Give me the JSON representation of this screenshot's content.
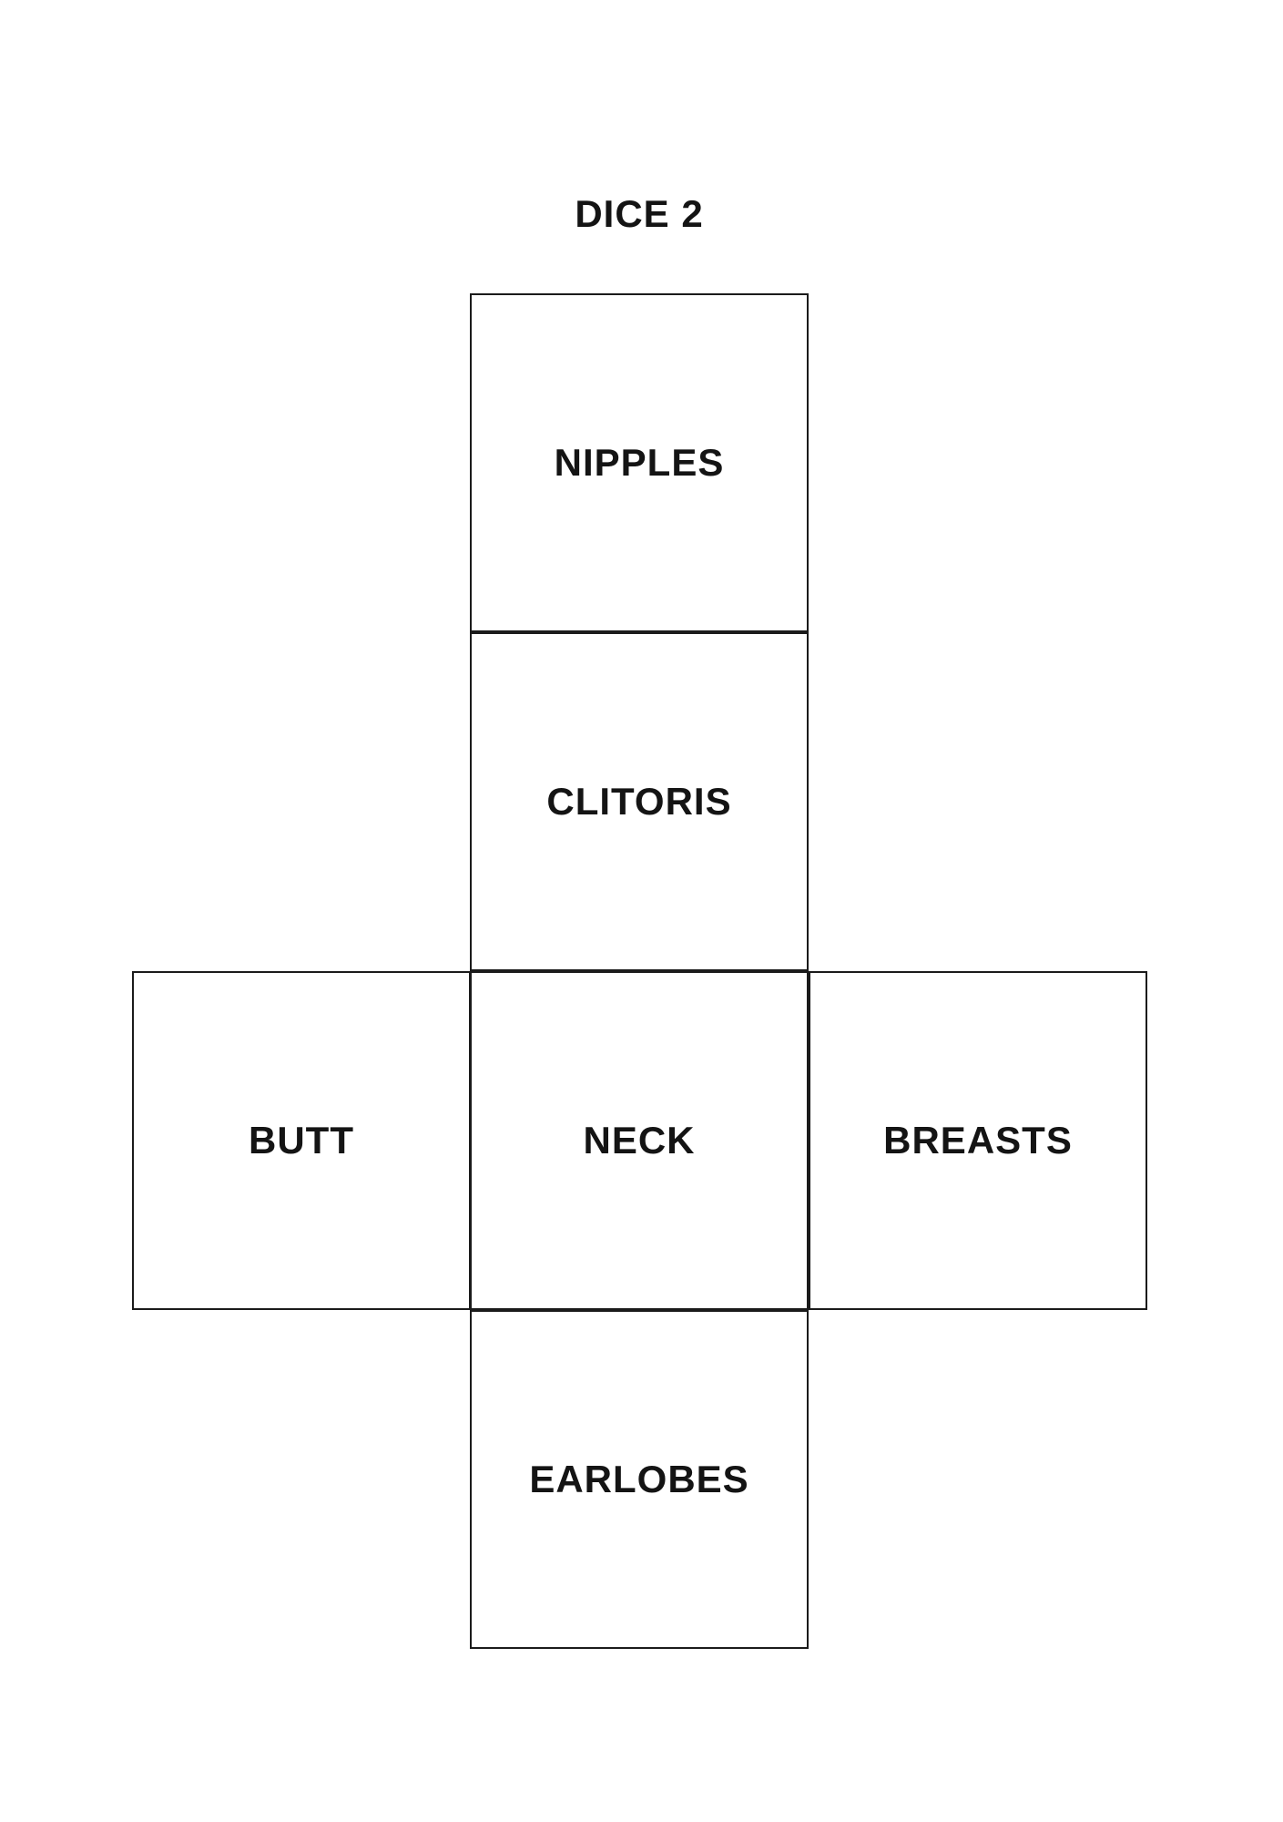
{
  "title": "DICE 2",
  "theme": {
    "bg": "#ffffff",
    "line": "#1b1b1b",
    "text": "#141414"
  },
  "net": {
    "description": "unfolded cube (dice) template with six faces",
    "faces": [
      {
        "name": "nipples",
        "label": "NIPPLES",
        "position": "top"
      },
      {
        "name": "clitoris",
        "label": "CLITORIS",
        "position": "upper-middle"
      },
      {
        "name": "butt",
        "label": "BUTT",
        "position": "middle-left"
      },
      {
        "name": "neck",
        "label": "NECK",
        "position": "middle-center"
      },
      {
        "name": "breasts",
        "label": "BREASTS",
        "position": "middle-right"
      },
      {
        "name": "earlobes",
        "label": "EARLOBES",
        "position": "bottom"
      }
    ]
  }
}
